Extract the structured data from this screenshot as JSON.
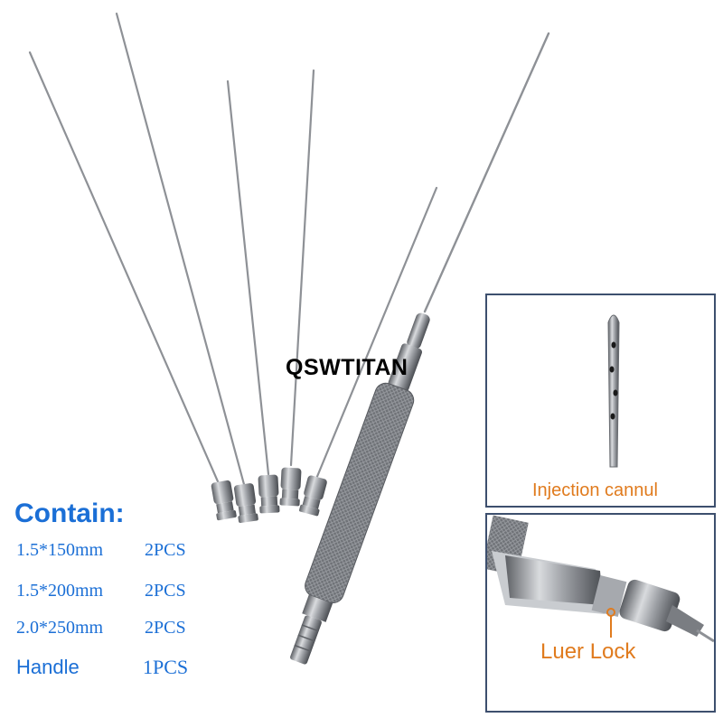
{
  "brand": "QSWTITAN",
  "contents": {
    "title": "Contain:",
    "items": [
      {
        "size": "1.5*150mm",
        "qty": "2PCS"
      },
      {
        "size": "1.5*200mm",
        "qty": "2PCS"
      },
      {
        "size": "2.0*250mm",
        "qty": "2PCS"
      },
      {
        "size": "Handle",
        "qty": "1PCS"
      }
    ]
  },
  "insets": {
    "cannula_caption": "Injection cannul",
    "luer_caption": "Luer Lock"
  },
  "colors": {
    "accent_text": "#1b6fd6",
    "caption_text": "#e07b1e",
    "inset_border": "#3d4f6e",
    "steel": "#8a8d92"
  }
}
